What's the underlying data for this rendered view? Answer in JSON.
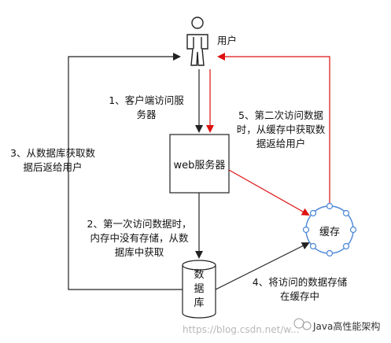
{
  "diagram": {
    "user_label": "用户",
    "web_server_label": "web服务器",
    "cache_label": "缓存",
    "database_label_lines": [
      "数",
      "据",
      "库"
    ],
    "steps": {
      "step1": "1、客户端访问服务器",
      "step2": "2、第一次访问数据时，内存中没有存储，从数据库中获取",
      "step3": "3、从数据库获取数据后返给用户",
      "step4": "4、将访问的数据存储在缓存中",
      "step5": "5、第二次访问数据时，从缓存中获取数据返给用户"
    },
    "colors": {
      "red_arrow": "#dd1111",
      "black_arrow": "#222222",
      "cache_node": "#4a86d8"
    }
  },
  "watermark": {
    "url": "https://blog.csdn.net/w...",
    "brand": "Java高性能架构"
  }
}
